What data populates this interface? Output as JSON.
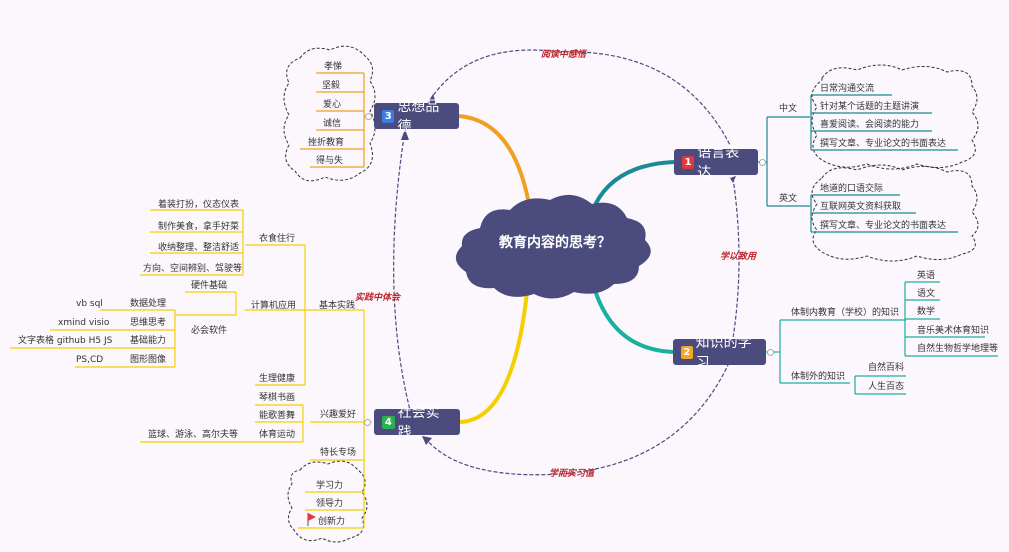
{
  "colors": {
    "background": "#fbf7fd",
    "topic_fill": "#4b4b7e",
    "branch_orange": "#f0a01e",
    "branch_teal_dark": "#1a8a96",
    "branch_teal": "#1ab09e",
    "branch_yellow": "#f5d000",
    "relationship_label": "#c0272d",
    "badge_1": "#e0383e",
    "badge_2": "#f5a623",
    "badge_3": "#3b7de0",
    "badge_4": "#2bb24c"
  },
  "central_topic": "教育内容的思考？",
  "relationships": {
    "top": "阅读中感悟",
    "right": "学以致用",
    "left": "实践中体会",
    "bottom": "学而实习值"
  },
  "topics": {
    "expression": {
      "badge": "1",
      "label": "语言表达",
      "chinese": {
        "label": "中文",
        "items": [
          "日常沟通交流",
          "针对某个话题的主题讲演",
          "喜爱阅读、会阅读的能力",
          "撰写文章、专业论文的书面表达"
        ]
      },
      "english": {
        "label": "英文",
        "items": [
          "地道的口语交际",
          "互联网英文资料获取",
          "撰写文章、专业论文的书面表达"
        ]
      }
    },
    "knowledge": {
      "badge": "2",
      "label": "知识的学习",
      "in_system": {
        "label": "体制内教育（学校）的知识",
        "items": [
          "英语",
          "语文",
          "数学",
          "音乐美术体育知识",
          "自然生物哲学地理等"
        ]
      },
      "out_system": {
        "label": "体制外的知识",
        "items": [
          "自然百科",
          "人生百态"
        ]
      }
    },
    "morality": {
      "badge": "3",
      "label": "思想品德",
      "items": [
        "孝悌",
        "坚毅",
        "爱心",
        "诚信",
        "挫折教育",
        "得与失"
      ]
    },
    "practice": {
      "badge": "4",
      "label": "社会实践",
      "basic": {
        "label": "基本实践",
        "living": {
          "label": "衣食住行",
          "items": [
            "着装打扮，仪态仪表",
            "制作美食，拿手好菜",
            "收纳整理、整洁舒适",
            "方向、空间辨别、驾驶等"
          ]
        },
        "computer": {
          "label": "计算机应用",
          "hardware": "硬件基础",
          "software": {
            "label": "必会软件",
            "items": [
              {
                "label": "数据处理",
                "detail": "vb sql"
              },
              {
                "label": "思维思考",
                "detail": "xmind visio"
              },
              {
                "label": "基础能力",
                "detail": "文字表格 github H5 JS"
              },
              {
                "label": "图形图像",
                "detail": "PS,CD"
              }
            ]
          }
        },
        "health": "生理健康"
      },
      "hobby": {
        "label": "兴趣爱好",
        "items": [
          "琴棋书画",
          "能歌善舞"
        ],
        "sports": {
          "label": "体育运动",
          "detail": "篮球、游泳、高尔夫等"
        }
      },
      "specialty": {
        "label": "特长专场",
        "items": [
          "学习力",
          "领导力",
          "创新力"
        ]
      }
    }
  }
}
